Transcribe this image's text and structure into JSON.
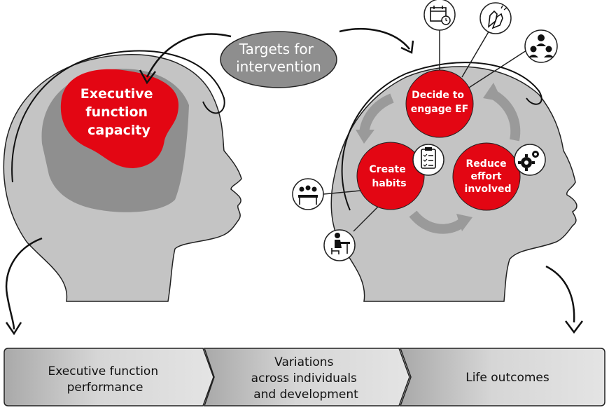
{
  "left_head": {
    "brain_label": [
      "Executive",
      "function",
      "capacity"
    ]
  },
  "targets": {
    "label": [
      "Targets for",
      "intervention"
    ]
  },
  "right_head": {
    "decide_label": [
      "Decide to",
      "engage EF"
    ],
    "habits_label": [
      "Create",
      "habits"
    ],
    "reduce_label": [
      "Reduce",
      "effort",
      "involved"
    ]
  },
  "bottom_bar": {
    "segment_1": [
      "Executive function",
      "performance"
    ],
    "segment_2": [
      "Variations",
      "across individuals",
      "and development"
    ],
    "segment_3": [
      "Life outcomes"
    ]
  },
  "icons": [
    "calendar-clock-icon",
    "clapping-hands-icon",
    "group-discussion-icon",
    "checklist-icon",
    "gears-icon",
    "group-table-icon",
    "person-studying-icon"
  ],
  "colors": {
    "red": "#e30613",
    "head_grey": "#c4c4c4",
    "dark_grey": "#8f8f8f",
    "arrow_grey": "#9a9a9a",
    "bar_grey": "#cfcfcf"
  }
}
